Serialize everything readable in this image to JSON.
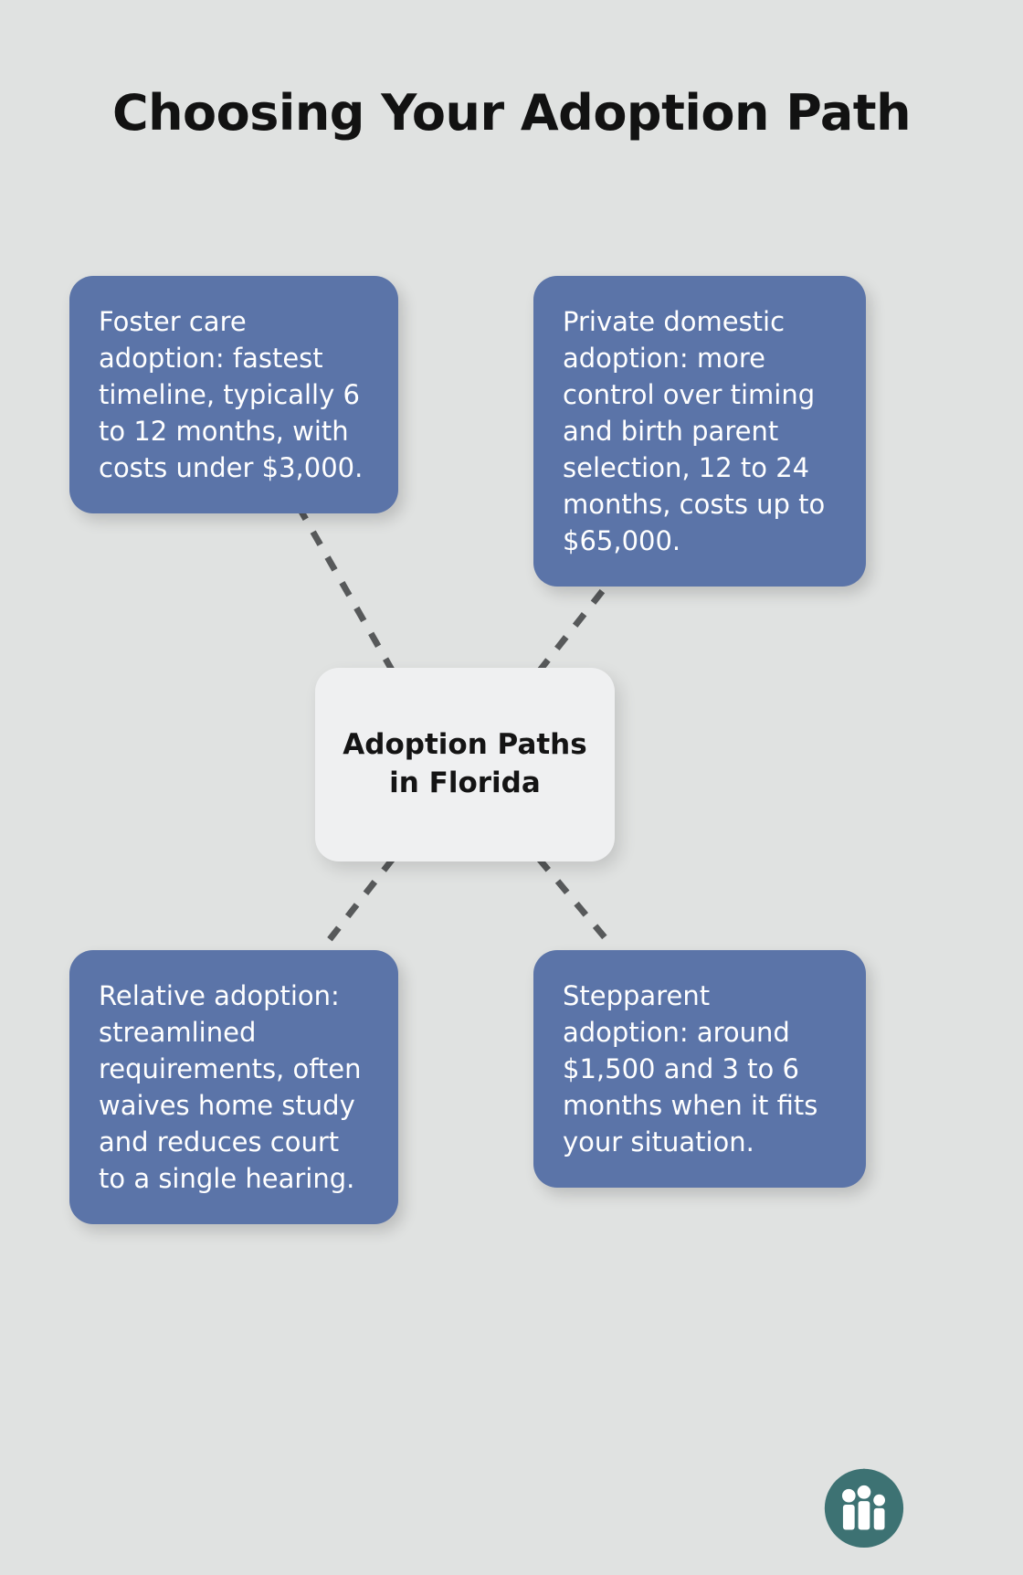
{
  "page": {
    "title": "Choosing Your Adoption Path",
    "background_color": "#e0e2e1"
  },
  "center": {
    "label": "Adoption Paths\nin Florida",
    "background_color": "#eff0f1",
    "text_color": "#141414"
  },
  "nodes": [
    {
      "id": "foster-care",
      "text": "Foster care adoption: fastest timeline, typically 6 to 12 months, with costs under $3,000.",
      "position": "top-left",
      "background_color": "#5b74a8",
      "text_color": "#ffffff"
    },
    {
      "id": "private-domestic",
      "text": "Private domestic adoption: more control over timing and birth parent selection, 12 to 24 months, costs up to $65,000.",
      "position": "top-right",
      "background_color": "#5b74a8",
      "text_color": "#ffffff"
    },
    {
      "id": "relative",
      "text": "Relative adoption: streamlined requirements, often waives home study and reduces court to a single hearing.",
      "position": "bottom-left",
      "background_color": "#5b74a8",
      "text_color": "#ffffff"
    },
    {
      "id": "stepparent",
      "text": "Stepparent adoption: around $1,500 and 3 to 6 months when it fits your situation.",
      "position": "bottom-right",
      "background_color": "#5b74a8",
      "text_color": "#ffffff"
    }
  ],
  "connectors": {
    "style": "dashed",
    "color": "#57595a",
    "count": 4
  },
  "logo": {
    "name": "family-house-logo",
    "color": "#3d7273",
    "mark_color": "#ffffff"
  }
}
